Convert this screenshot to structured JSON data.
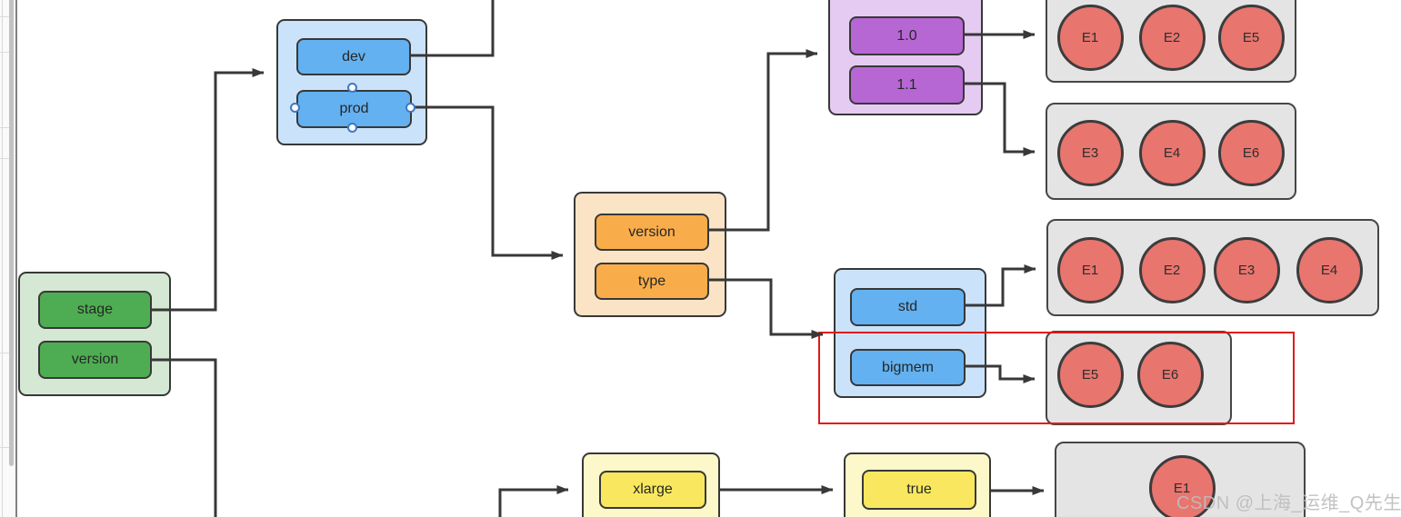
{
  "groups": {
    "stage_version": [
      "stage",
      "version"
    ],
    "dev_prod": [
      "dev",
      "prod"
    ],
    "version_type": [
      "version",
      "type"
    ],
    "versions": [
      "1.0",
      "1.1"
    ],
    "std_bigmem": [
      "std",
      "bigmem"
    ],
    "size": [
      "xlarge"
    ],
    "flag": [
      "true"
    ]
  },
  "clusters": [
    {
      "circles": [
        "E1",
        "E2",
        "E5"
      ]
    },
    {
      "circles": [
        "E3",
        "E4",
        "E6"
      ]
    },
    {
      "circles": [
        "E1",
        "E2",
        "E3",
        "E4"
      ]
    },
    {
      "circles": [
        "E5",
        "E6"
      ]
    },
    {
      "circles": [
        "E1"
      ]
    }
  ],
  "watermark": {
    "text": "CSDN @上海_运维_Q先生"
  },
  "colors": {
    "green_node": "#4EAD52",
    "green_container": "#D4E8D4",
    "blue_node": "#63B1F0",
    "blue_container": "#CBE3FA",
    "orange_node": "#F9AD4A",
    "orange_container": "#FBE4C5",
    "purple_node": "#B767D3",
    "purple_container": "#E5CBF1",
    "yellow_node": "#F9E85F",
    "yellow_container": "#FCF8C9",
    "cluster_gray": "#E4E4E4",
    "circle_red": "#E8756E",
    "shape_border": "#383838",
    "wire": "#383838",
    "highlight_red": "#E01A1A",
    "watermark_gray": "#BDBDBD",
    "handle_blue": "#3E78C2"
  }
}
